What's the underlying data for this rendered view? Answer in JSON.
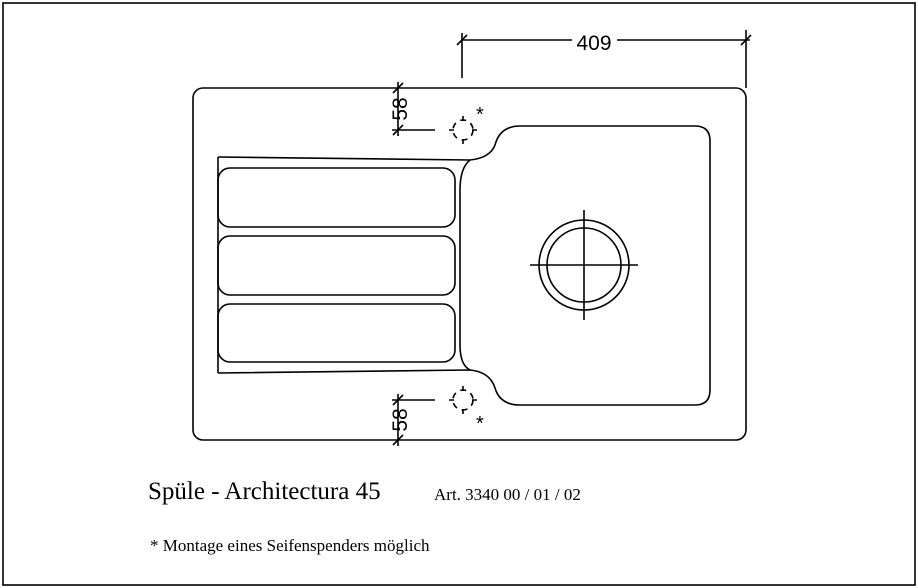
{
  "drawing": {
    "dimension_width": "409",
    "dimension_top_offset": "58",
    "dimension_bottom_offset": "58",
    "soap_marker_top": "*",
    "soap_marker_bottom": "*"
  },
  "caption": {
    "title": "Spüle - Architectura 45",
    "article": "Art. 3340 00 / 01 / 02",
    "note": "* Montage eines Seifenspenders möglich"
  }
}
